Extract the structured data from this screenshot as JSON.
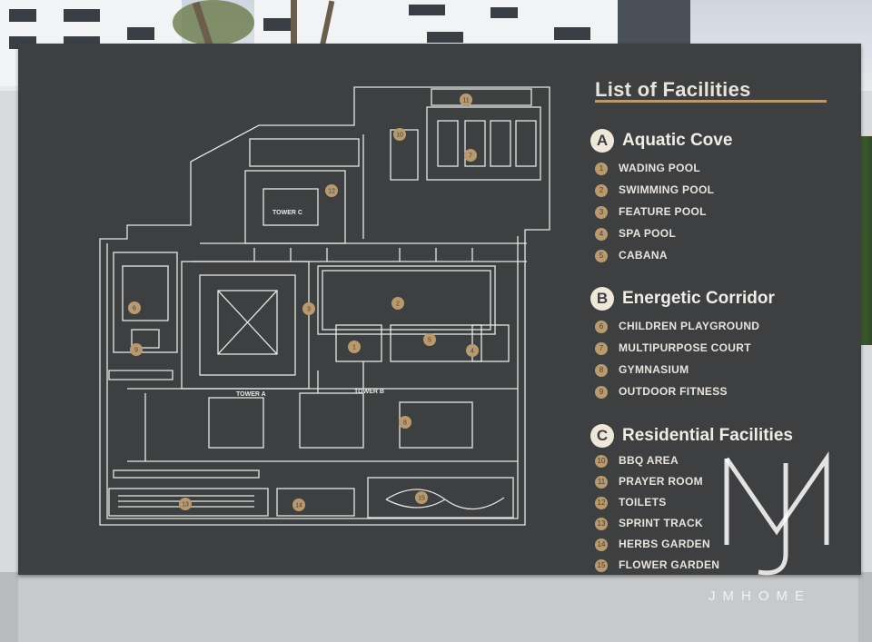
{
  "sign": {
    "heading": "List of Facilities",
    "sections": [
      {
        "letter": "A",
        "title": "Aquatic Cove",
        "items": [
          {
            "num": "1",
            "label": "WADING POOL"
          },
          {
            "num": "2",
            "label": "SWIMMING POOL"
          },
          {
            "num": "3",
            "label": "FEATURE POOL"
          },
          {
            "num": "4",
            "label": "SPA POOL"
          },
          {
            "num": "5",
            "label": "CABANA"
          }
        ]
      },
      {
        "letter": "B",
        "title": "Energetic Corridor",
        "items": [
          {
            "num": "6",
            "label": "CHILDREN PLAYGROUND"
          },
          {
            "num": "7",
            "label": "MULTIPURPOSE COURT"
          },
          {
            "num": "8",
            "label": "GYMNASIUM"
          },
          {
            "num": "9",
            "label": "OUTDOOR FITNESS"
          }
        ]
      },
      {
        "letter": "C",
        "title": "Residential Facilities",
        "items": [
          {
            "num": "10",
            "label": "BBQ AREA"
          },
          {
            "num": "11",
            "label": "PRAYER ROOM"
          },
          {
            "num": "12",
            "label": "TOILETS"
          },
          {
            "num": "13",
            "label": "SPRINT TRACK"
          },
          {
            "num": "14",
            "label": "HERBS GARDEN"
          },
          {
            "num": "15",
            "label": "FLOWER GARDEN"
          }
        ]
      }
    ]
  },
  "plan": {
    "tower_labels": [
      "TOWER C",
      "TOWER A",
      "TOWER B"
    ],
    "pins": [
      "1",
      "2",
      "3",
      "4",
      "5",
      "6",
      "7",
      "8",
      "9",
      "10",
      "11",
      "12",
      "13",
      "14",
      "15"
    ]
  },
  "watermark": {
    "text": "JMHOME",
    "logo": "JM monogram"
  },
  "colors": {
    "board": "#3e3f41",
    "accent": "#b89a6e",
    "text": "#e8e4dc"
  }
}
